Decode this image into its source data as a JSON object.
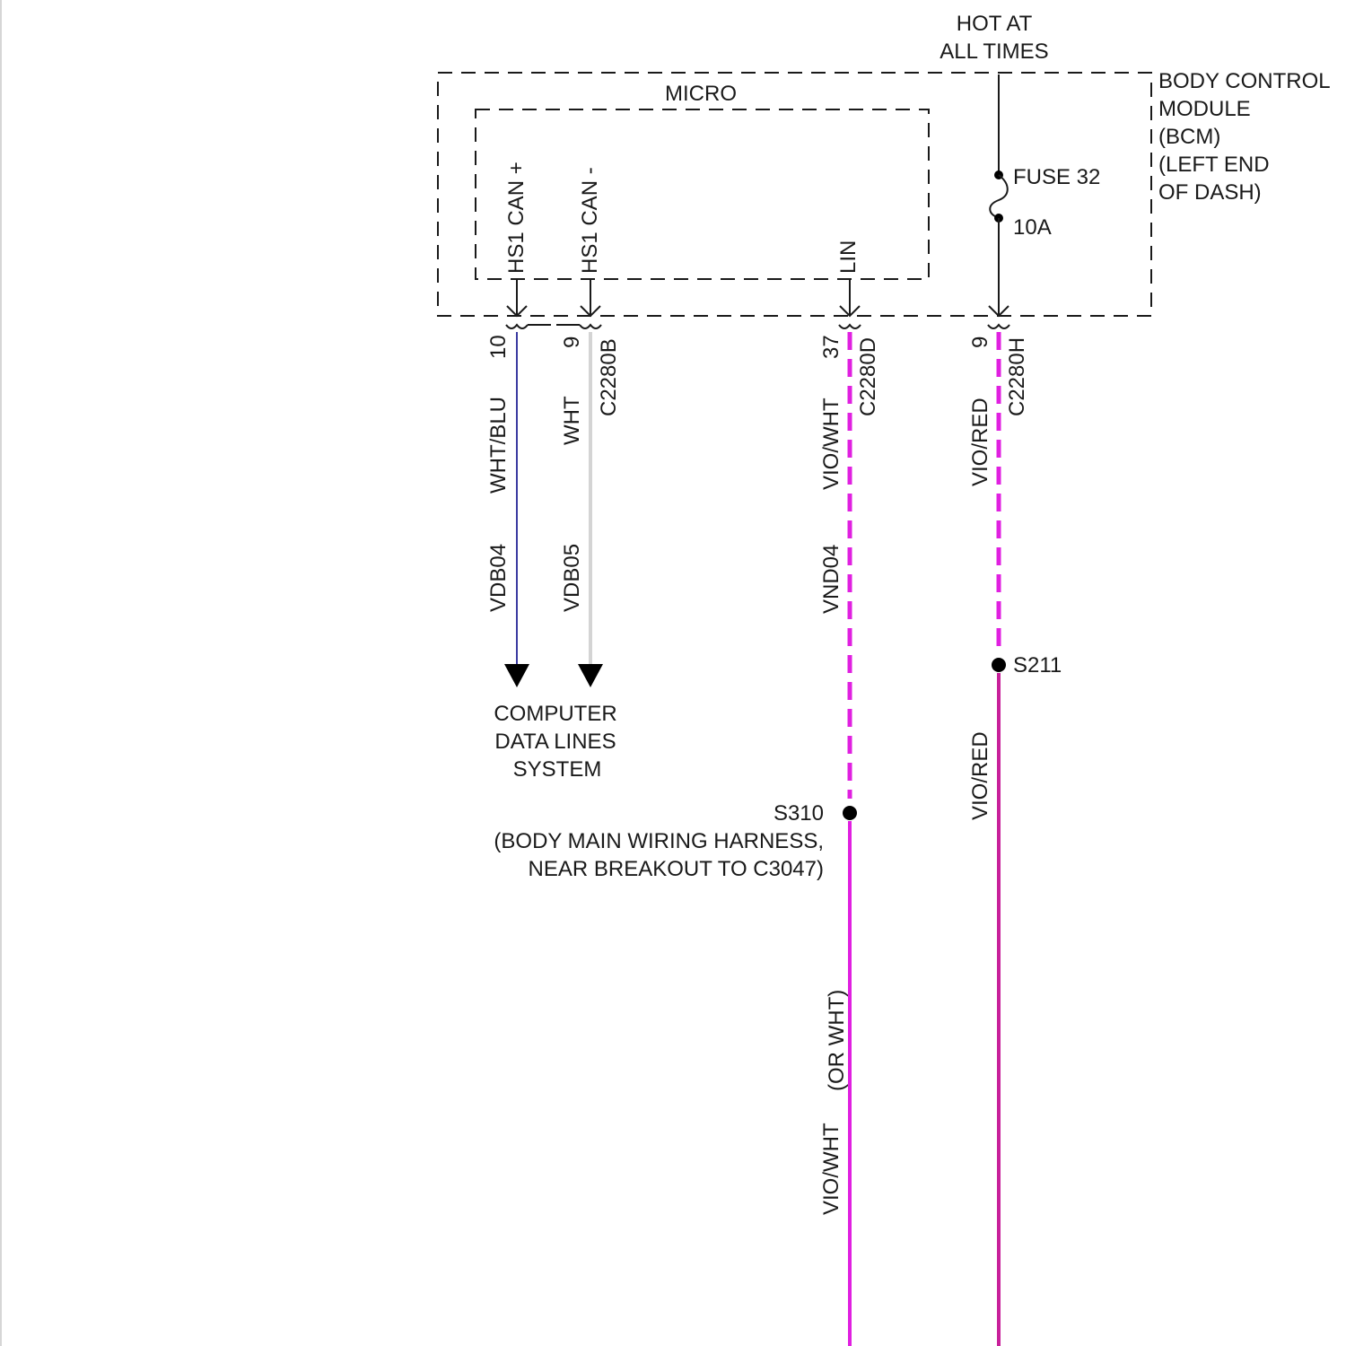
{
  "power_label": [
    "HOT AT",
    "ALL TIMES"
  ],
  "module_label": [
    "BODY CONTROL",
    "MODULE",
    "(BCM)",
    "(LEFT END",
    "OF DASH)"
  ],
  "micro_label": "MICRO",
  "pin_labels": {
    "can_plus": "HS1 CAN +",
    "can_minus": "HS1 CAN -",
    "lin": "LIN"
  },
  "fuse": {
    "name": "FUSE 32",
    "rating": "10A"
  },
  "wires": {
    "vdb04": {
      "pin": "10",
      "color_code": "WHT/BLU",
      "circuit": "VDB04",
      "stroke": "#3a3aa0"
    },
    "vdb05": {
      "pin": "9",
      "connector": "C2280B",
      "color_code": "WHT",
      "circuit": "VDB05",
      "stroke": "#d4d4d4"
    },
    "vnd04": {
      "pin": "37",
      "connector": "C2280D",
      "color_code": "VIO/WHT",
      "circuit": "VND04",
      "stroke": "#e020e0",
      "lower_color_code": "VIO/WHT",
      "lower_alt": "(OR WHT)"
    },
    "vio_red": {
      "pin": "9",
      "connector": "C2280H",
      "color_code": "VIO/RED",
      "lower_color_code": "VIO/RED",
      "stroke": "#e020e0"
    }
  },
  "destination_label": [
    "COMPUTER",
    "DATA LINES",
    "SYSTEM"
  ],
  "splices": {
    "s211": "S211",
    "s310": "S310",
    "s310_note": [
      "(BODY MAIN WIRING HARNESS,",
      "NEAR BREAKOUT TO C3047)"
    ]
  },
  "colors": {
    "ink": "#1a1a1a",
    "wht_blu": "#3a3aa0",
    "wht": "#d4d4d4",
    "vio": "#e020e0",
    "vio_dark": "#c8209a"
  }
}
